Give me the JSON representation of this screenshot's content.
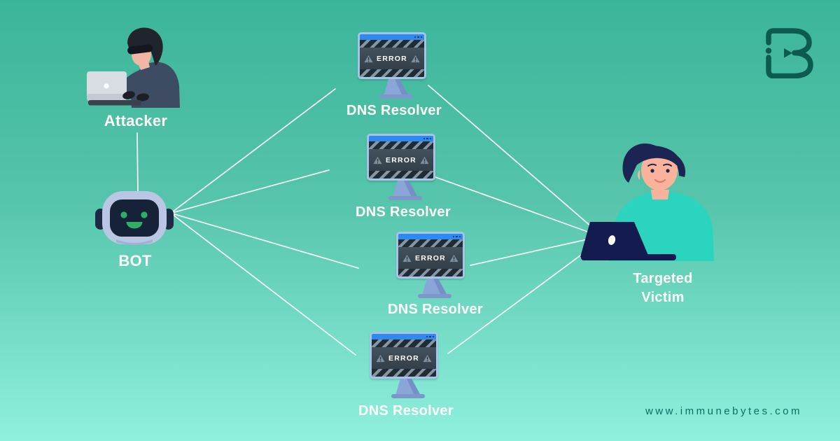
{
  "nodes": {
    "attacker": {
      "label": "Attacker"
    },
    "bot": {
      "label": "BOT"
    },
    "resolvers": [
      {
        "label": "DNS Resolver",
        "error_text": "ERROR"
      },
      {
        "label": "DNS Resolver",
        "error_text": "ERROR"
      },
      {
        "label": "DNS Resolver",
        "error_text": "ERROR"
      },
      {
        "label": "DNS Resolver",
        "error_text": "ERROR"
      }
    ],
    "victim": {
      "label_line1": "Targeted",
      "label_line2": "Victim"
    }
  },
  "branding": {
    "website": "www.immunebytes.com",
    "logo_monogram": "iB"
  },
  "colors": {
    "background_top": "#3bb59a",
    "background_bottom": "#8ff0de",
    "connector": "#ffffff",
    "label_text": "#ffffff",
    "monitor_frame": "#a6c4e6",
    "monitor_titlebar": "#2e8af0",
    "monitor_screen": "#36434c",
    "hazard_dark": "#202b33",
    "hazard_light": "#8695a4",
    "warning_triangle": "#7e8f9e",
    "error_text": "#ffffff",
    "monitor_stand": "#8aa6d8",
    "bot_head": "#b9c7e4",
    "bot_face": "#152238",
    "bot_features": "#2fae66",
    "attacker_sweater": "#3d4c63",
    "victim_sweater": "#2bd4bf",
    "victim_laptop": "#141b4e",
    "logo": "#0d5a50",
    "website_text": "#0c6e60"
  }
}
